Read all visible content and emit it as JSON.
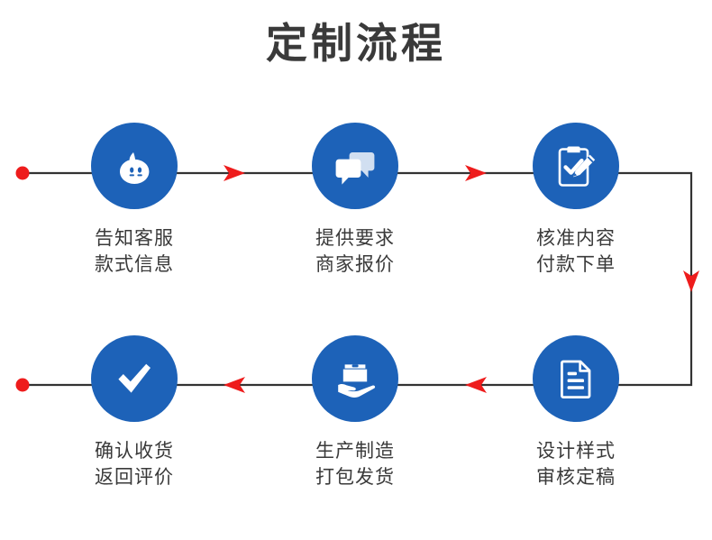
{
  "page": {
    "title": "定制流程",
    "background_color": "#ffffff",
    "accent_color": "#1d62b8",
    "arrow_color": "#ee1c1c",
    "line_color": "#333333",
    "text_color": "#3a3a3a"
  },
  "flow": {
    "direction_top_row": "left-to-right",
    "direction_bottom_row": "right-to-left",
    "start_marker": "red-dot",
    "end_marker": "red-dot",
    "steps": [
      {
        "index": 1,
        "icon": "customer-service-avatar-icon",
        "label_line1": "告知客服",
        "label_line2": "款式信息",
        "label": "告知客服\n款式信息",
        "row": "top",
        "column": 1
      },
      {
        "index": 2,
        "icon": "chat-bubbles-icon",
        "label_line1": "提供要求",
        "label_line2": "商家报价",
        "label": "提供要求\n商家报价",
        "row": "top",
        "column": 2
      },
      {
        "index": 3,
        "icon": "clipboard-check-pencil-icon",
        "label_line1": "核准内容",
        "label_line2": "付款下单",
        "label": "核准内容\n付款下单",
        "row": "top",
        "column": 3
      },
      {
        "index": 4,
        "icon": "document-lines-icon",
        "label_line1": "设计样式",
        "label_line2": "审核定稿",
        "label": "设计样式\n审核定稿",
        "row": "bottom",
        "column": 3
      },
      {
        "index": 5,
        "icon": "hand-holding-package-icon",
        "label_line1": "生产制造",
        "label_line2": "打包发货",
        "label": "生产制造\n打包发货",
        "row": "bottom",
        "column": 2
      },
      {
        "index": 6,
        "icon": "checkmark-icon",
        "label_line1": "确认收货",
        "label_line2": "返回评价",
        "label": "确认收货\n返回评价",
        "row": "bottom",
        "column": 1
      }
    ]
  }
}
